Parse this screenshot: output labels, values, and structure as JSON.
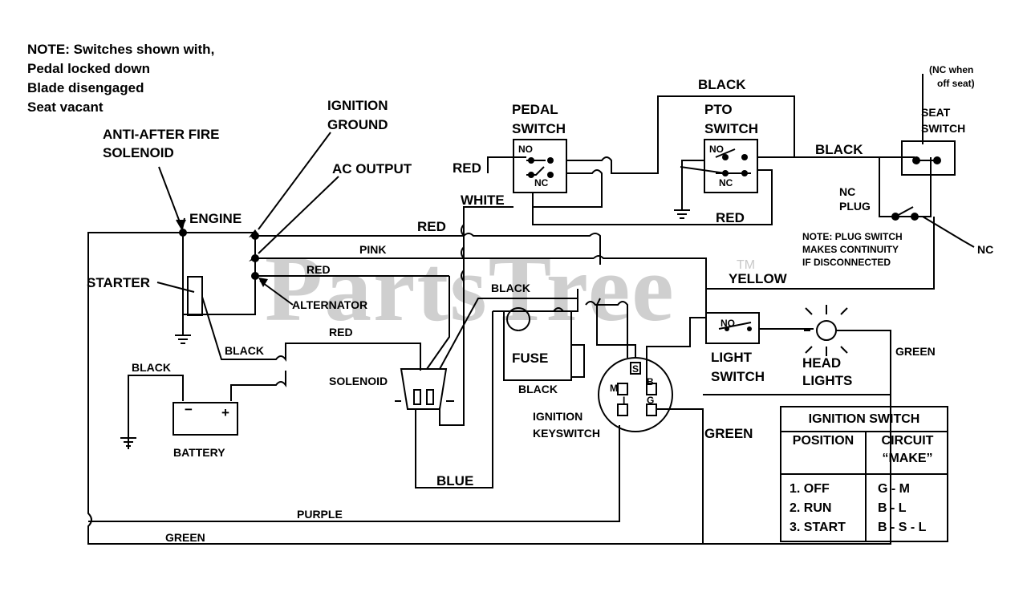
{
  "note": {
    "lines": [
      "NOTE: Switches shown with,",
      "Pedal locked down",
      "Blade disengaged",
      "Seat vacant"
    ]
  },
  "components": {
    "anti_after_fire_solenoid": [
      "ANTI-AFTER FIRE",
      "SOLENOID"
    ],
    "engine": "ENGINE",
    "ignition_ground": [
      "IGNITION",
      "GROUND"
    ],
    "ac_output": "AC OUTPUT",
    "starter": "STARTER",
    "alternator": "ALTERNATOR",
    "battery": "BATTERY",
    "battery_minus": "−",
    "battery_plus": "+",
    "solenoid": "SOLENOID",
    "fuse": "FUSE",
    "ignition_keyswitch": [
      "IGNITION",
      "KEYSWITCH"
    ],
    "keyswitch_terminals": [
      "S",
      "M",
      "B",
      "G",
      "I"
    ],
    "pedal_switch": [
      "PEDAL",
      "SWITCH"
    ],
    "pto_switch": [
      "PTO",
      "SWITCH"
    ],
    "seat_switch": [
      "SEAT",
      "SWITCH"
    ],
    "seat_note": [
      "(NC when",
      "off seat)"
    ],
    "nc_plug": [
      "NC",
      "PLUG"
    ],
    "plug_note": [
      "NOTE: PLUG SWITCH",
      "MAKES CONTINUITY",
      "IF DISCONNECTED"
    ],
    "nc": "NC",
    "light_switch": [
      "LIGHT",
      "SWITCH"
    ],
    "head_lights": [
      "HEAD",
      "LIGHTS"
    ],
    "no": "NO",
    "nc_contact": "NC"
  },
  "wires": {
    "red1": "RED",
    "red2": "RED",
    "red3": "RED",
    "red4": "RED",
    "red5": "RED",
    "pink": "PINK",
    "white": "WHITE",
    "black_top": "BLACK",
    "black_seat": "BLACK",
    "black_starter": "BLACK",
    "black_battery": "BLACK",
    "black_solenoid": "BLACK",
    "black_fuse": "BLACK",
    "yellow": "YELLOW",
    "green_right": "GREEN",
    "green_key": "GREEN",
    "green_bottom": "GREEN",
    "blue": "BLUE",
    "purple": "PURPLE"
  },
  "ignition_table": {
    "title": "IGNITION SWITCH",
    "col_position": "POSITION",
    "col_circuit": [
      "CIRCUIT",
      "“MAKE”"
    ],
    "rows": [
      {
        "position": "1. OFF",
        "circuit": "G - M"
      },
      {
        "position": "2. RUN",
        "circuit": "B - L"
      },
      {
        "position": "3. START",
        "circuit": "B - S - L"
      }
    ]
  },
  "watermark": "PartsTree",
  "watermark_tm": "TM"
}
